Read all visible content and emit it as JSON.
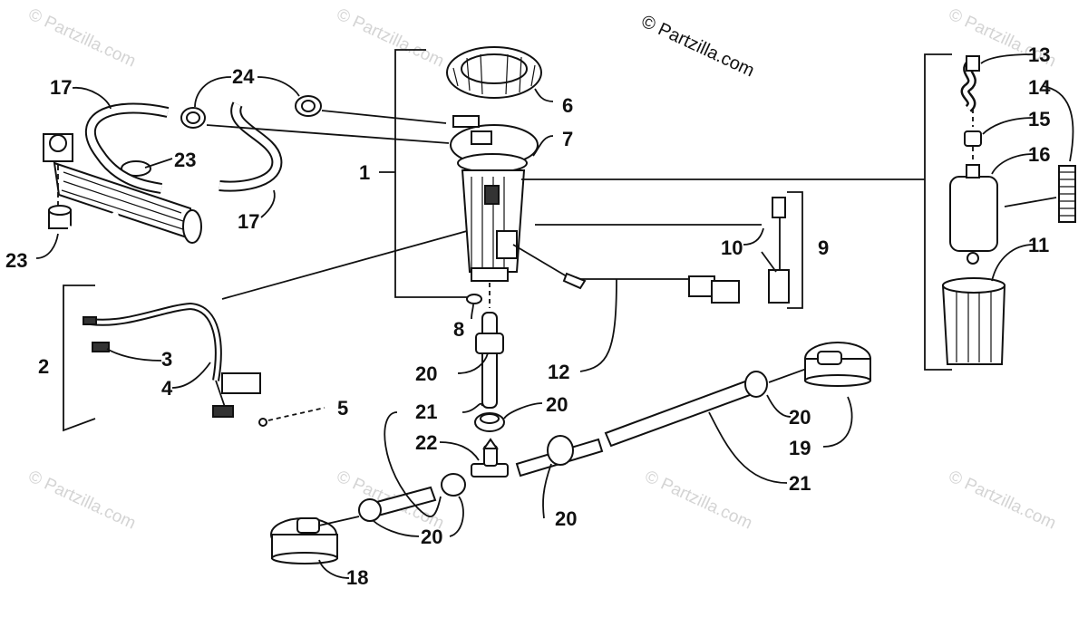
{
  "copyright": "© Partzilla.com",
  "watermark": "© Partzilla.com",
  "callouts": {
    "c1": "1",
    "c2": "2",
    "c3": "3",
    "c4": "4",
    "c5": "5",
    "c6": "6",
    "c7": "7",
    "c8": "8",
    "c9": "9",
    "c10": "10",
    "c11": "11",
    "c12": "12",
    "c13": "13",
    "c14": "14",
    "c15": "15",
    "c16": "16",
    "c17a": "17",
    "c17b": "17",
    "c18": "18",
    "c19": "19",
    "c20a": "20",
    "c20b": "20",
    "c20c": "20",
    "c20d": "20",
    "c20e": "20",
    "c21a": "21",
    "c21b": "21",
    "c22": "22",
    "c23a": "23",
    "c23b": "23",
    "c24": "24"
  }
}
